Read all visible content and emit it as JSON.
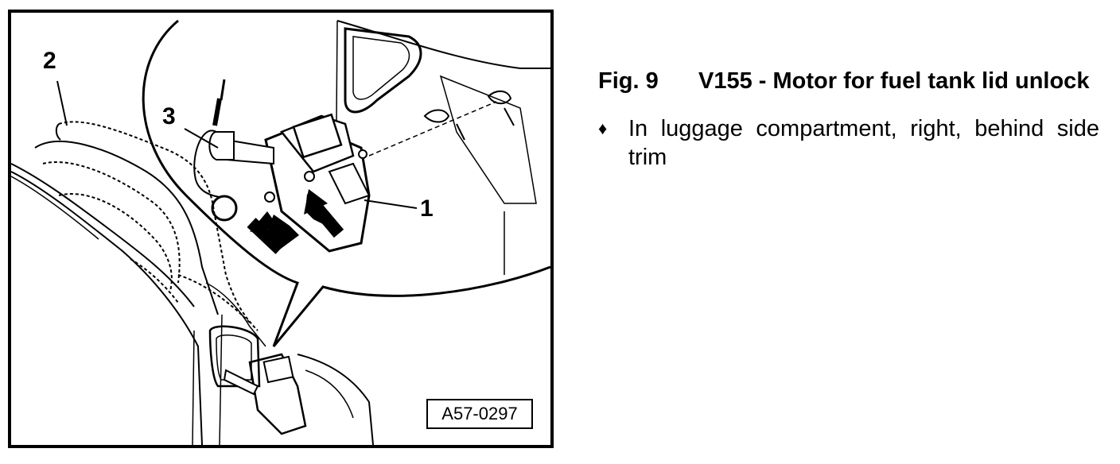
{
  "figure": {
    "callouts": {
      "one": "1",
      "two": "2",
      "three": "3"
    },
    "reference_code": "A57-0297"
  },
  "caption": {
    "label": "Fig. 9",
    "title": "V155 - Motor for fuel tank lid unlock"
  },
  "notes": [
    {
      "bullet_icon": "diamond-bullet-icon",
      "text": "In luggage compartment, right, behind side trim"
    }
  ]
}
